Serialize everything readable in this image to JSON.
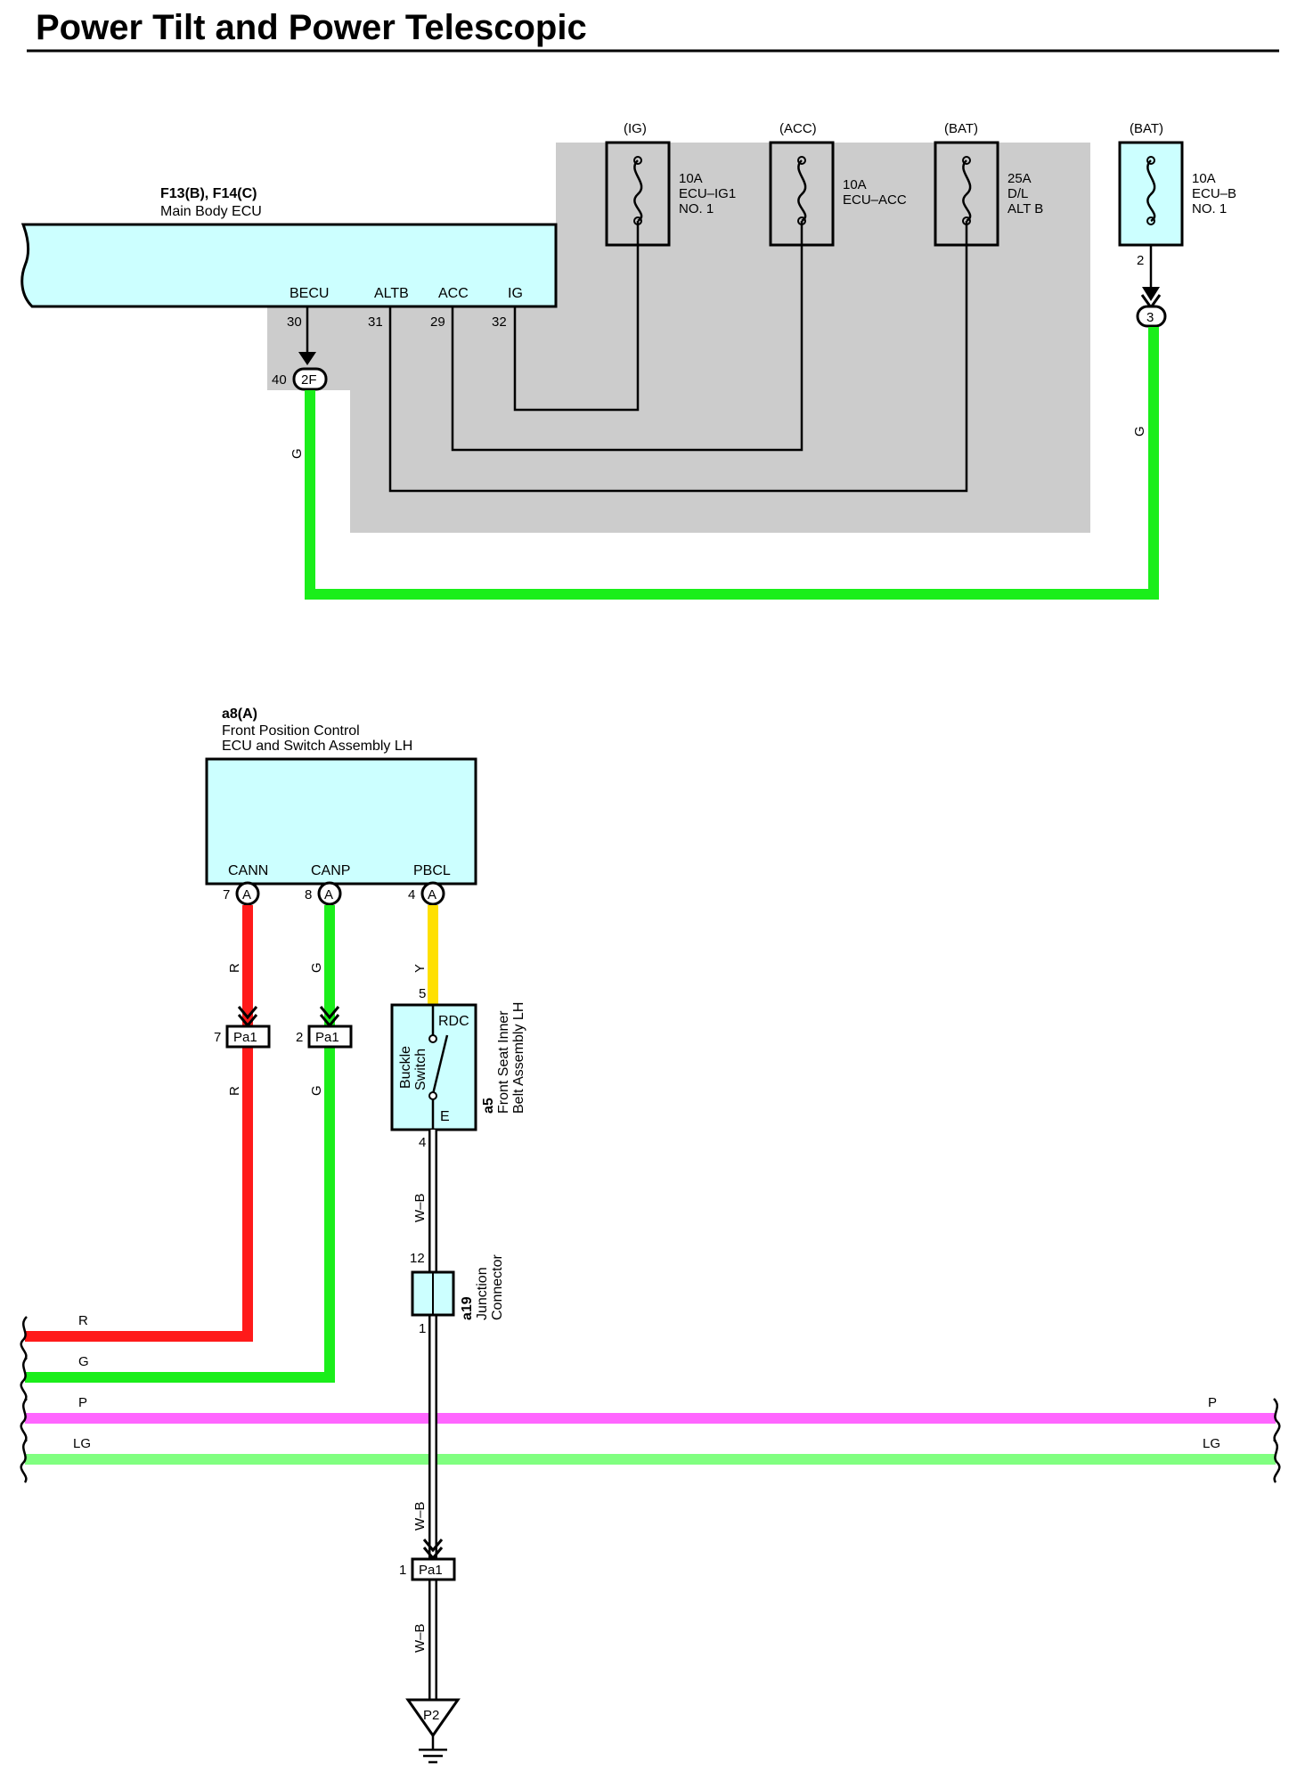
{
  "title": "Power Tilt and Power Telescopic",
  "colors": {
    "shade": "#cccccc",
    "component_fill": "#ccffff",
    "wire_R": "#ff1a1a",
    "wire_G": "#1aee1a",
    "wire_Y": "#ffe000",
    "wire_P": "#ff66ff",
    "wire_LG": "#80ff80",
    "wire_WB": "#ffffff"
  },
  "main_ecu": {
    "ref": "F13(B), F14(C)",
    "name": "Main Body ECU",
    "terminals": [
      {
        "name": "BECU",
        "pin": "30"
      },
      {
        "name": "ALTB",
        "pin": "31"
      },
      {
        "name": "ACC",
        "pin": "29"
      },
      {
        "name": "IG",
        "pin": "32"
      }
    ],
    "connector": {
      "pin": "40",
      "id": "2F"
    }
  },
  "fuses": [
    {
      "source": "(IG)",
      "rating": "10A",
      "name_lines": [
        "ECU–IG1",
        "NO. 1"
      ]
    },
    {
      "source": "(ACC)",
      "rating": "10A",
      "name_lines": [
        "ECU–ACC"
      ]
    },
    {
      "source": "(BAT)",
      "rating": "25A",
      "name_lines": [
        "D/L",
        "ALT B"
      ]
    },
    {
      "source": "(BAT)",
      "rating": "10A",
      "name_lines": [
        "ECU–B",
        "NO. 1"
      ],
      "pin": "2",
      "connector": "3"
    }
  ],
  "upper_wire_label": "G",
  "position_ecu": {
    "ref": "a8(A)",
    "name_lines": [
      "Front Position Control",
      "ECU and Switch Assembly LH"
    ],
    "terminals": [
      {
        "name": "CANN",
        "pin": "7",
        "conn": "A",
        "wire": "R"
      },
      {
        "name": "CANP",
        "pin": "8",
        "conn": "A",
        "wire": "G"
      },
      {
        "name": "PBCL",
        "pin": "4",
        "conn": "A",
        "wire": "Y"
      }
    ]
  },
  "pa1_connectors": [
    {
      "pin": "7",
      "id": "Pa1"
    },
    {
      "pin": "2",
      "id": "Pa1"
    },
    {
      "pin": "1",
      "id": "Pa1"
    }
  ],
  "buckle_switch": {
    "ref": "a5",
    "name_lines": [
      "Front Seat Inner",
      "Belt Assembly LH"
    ],
    "inner_lines": [
      "Buckle",
      "Switch"
    ],
    "top_terminal": "RDC",
    "bottom_terminal": "E",
    "pin_in": "5",
    "pin_out": "4"
  },
  "junction": {
    "ref": "a19",
    "name_lines": [
      "Junction",
      "Connector"
    ],
    "pin_in": "12",
    "pin_out": "1"
  },
  "ground_wire_label": "W–B",
  "ground": {
    "id": "P2"
  },
  "bus_wires": [
    {
      "label": "R"
    },
    {
      "label": "G"
    },
    {
      "label": "P"
    },
    {
      "label": "LG"
    }
  ]
}
